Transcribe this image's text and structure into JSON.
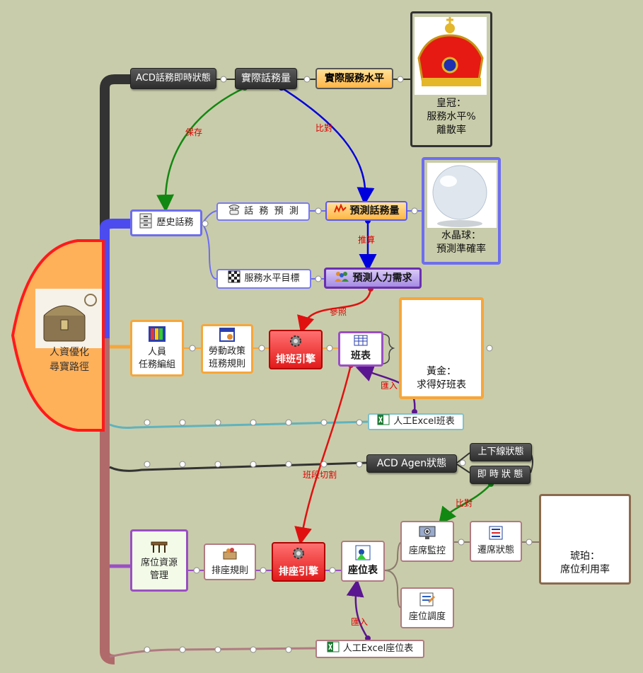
{
  "root": {
    "title_line1": "人資優化",
    "title_line2": "尋寶路徑"
  },
  "nodes": {
    "acd_status": "ACD話務即時狀態",
    "actual_volume": "實際話務量",
    "actual_service_level": "實際服務水平",
    "history_volume": "歷史話務",
    "forecast_label": "話  務  預  測",
    "forecast_volume": "預測話務量",
    "service_target": "服務水平目標",
    "forecast_staff": "預測人力需求",
    "staff_line1": "人員",
    "staff_line2": "任務編組",
    "labor_line1": "勞動政策",
    "labor_line2": "班務規則",
    "shift_engine": "排班引擎",
    "shift_table": "班表",
    "manual_excel_shift": "人工Excel班表",
    "acd_agent": "ACD Agen狀態",
    "login_status": "上下線狀態",
    "realtime_status": "即 時 狀 態",
    "seat_res_line1": "席位資源",
    "seat_res_line2": "管理",
    "seat_rules": "排座規則",
    "seat_engine": "排座引擎",
    "seat_table": "座位表",
    "seat_monitor": "座席監控",
    "seat_status": "遷席狀態",
    "seat_dispatch": "座位調度",
    "manual_excel_seat": "人工Excel座位表"
  },
  "cards": {
    "crown": {
      "line1": "皇冠：",
      "line2": "服務水平%",
      "line3": "離散率"
    },
    "crystal": {
      "line1": "水晶球：",
      "line2": "預測準確率"
    },
    "gold": {
      "line1": "黃金：",
      "line2": "求得好班表"
    },
    "amber": {
      "line1": "琥珀：",
      "line2": "席位利用率"
    }
  },
  "edge_labels": {
    "save": "保存",
    "compare1": "比對",
    "estimate": "推算",
    "reference": "參照",
    "import1": "匯入",
    "shift_cut": "班段切割",
    "compare2": "比對",
    "import2": "匯入"
  },
  "colors": {
    "background": "#c9ccaa",
    "branch_dark": "#333333",
    "branch_blue": "#4b4bf0",
    "branch_rose": "#b06a6a",
    "branch_teal": "#5fb3bd",
    "arrow_green": "#118811",
    "arrow_blue": "#0000dd",
    "arrow_red": "#e01010",
    "arrow_purple": "#5a1690",
    "root_fill": "#ffb15a",
    "root_border": "#ff1a1a"
  },
  "icons": [
    "treasure-chest-icon",
    "crown-icon",
    "crystal-ball-icon",
    "gold-bar-icon",
    "amber-icon",
    "excel-icon",
    "gear-icon",
    "calendar-icon",
    "people-icon",
    "table-icon",
    "monitor-icon",
    "chart-icon",
    "phone-icon",
    "flag-icon",
    "cabinet-icon"
  ]
}
